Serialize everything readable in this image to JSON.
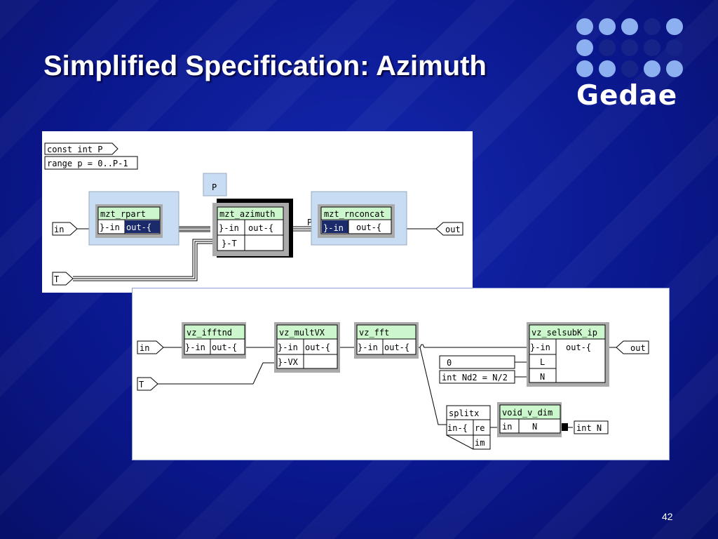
{
  "slide": {
    "title": "Simplified Specification: Azimuth",
    "page_number": "42",
    "logo_text": "Gedae"
  },
  "diagram_top": {
    "param_lines": [
      "const int P",
      "range p = 0..P-1"
    ],
    "p_tag": "P",
    "inputs": [
      "in",
      "T"
    ],
    "output": "out",
    "boxes": [
      {
        "name": "mzt_rpart",
        "ports": [
          "}-in",
          "out-{"
        ]
      },
      {
        "name": "mzt_azimuth",
        "ports": [
          "}-in",
          "out-{",
          "}-T"
        ]
      },
      {
        "name": "mzt_rnconcat",
        "ports": [
          "}-in",
          "out-{"
        ]
      }
    ],
    "wire_labels": [
      "P",
      "P"
    ]
  },
  "diagram_bottom": {
    "inputs": [
      "in",
      "T"
    ],
    "output": "out",
    "boxes": [
      {
        "name": "vz_ifftnd",
        "ports": [
          "}-in",
          "out-{"
        ]
      },
      {
        "name": "vz_multVX",
        "ports": [
          "}-in",
          "out-{",
          "}-VX"
        ]
      },
      {
        "name": "vz_fft",
        "ports": [
          "}-in",
          "out-{"
        ]
      },
      {
        "name": "vz_selsubK_ip",
        "ports": [
          "}-in",
          "out-{",
          "L",
          "N"
        ]
      },
      {
        "name": "void_v_dim",
        "ports": [
          "in",
          "N"
        ]
      }
    ],
    "constants": [
      "0",
      "int Nd2 = N/2"
    ],
    "splitx": {
      "name": "splitx",
      "ports": [
        "in-{",
        "re",
        "im"
      ]
    },
    "terminal": "int N"
  }
}
